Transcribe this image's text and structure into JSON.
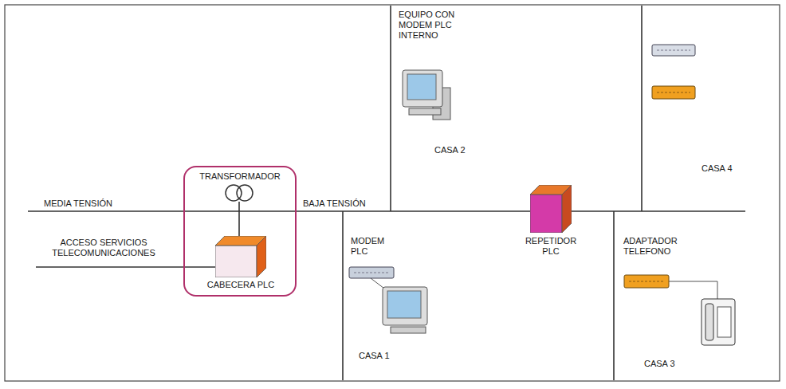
{
  "diagram": {
    "nodes": [
      {
        "text": [
          "TRANSFORMADOR"
        ]
      },
      {
        "text": [
          "CABECERA PLC"
        ],
        "in": 0
      },
      {
        "text": [
          "REPETIDOR PLC"
        ]
      }
    ],
    "edges": [
      {
        "from": 0,
        "to": 2,
        "arrow": "none",
        "label": "BAJA TENSIÓN"
      }
    ],
    "labels": [
      "MEDIA TENSIÓN",
      "ACCESO SERVICIOS TELECOMUNICACIONES",
      "EQUIPO CON MODEM PLC INTERNO",
      "CASA 2",
      "CASA 4",
      "MODEM PLC",
      "CASA 1",
      "ADAPTADOR TELEFONO",
      "CASA 3"
    ]
  }
}
